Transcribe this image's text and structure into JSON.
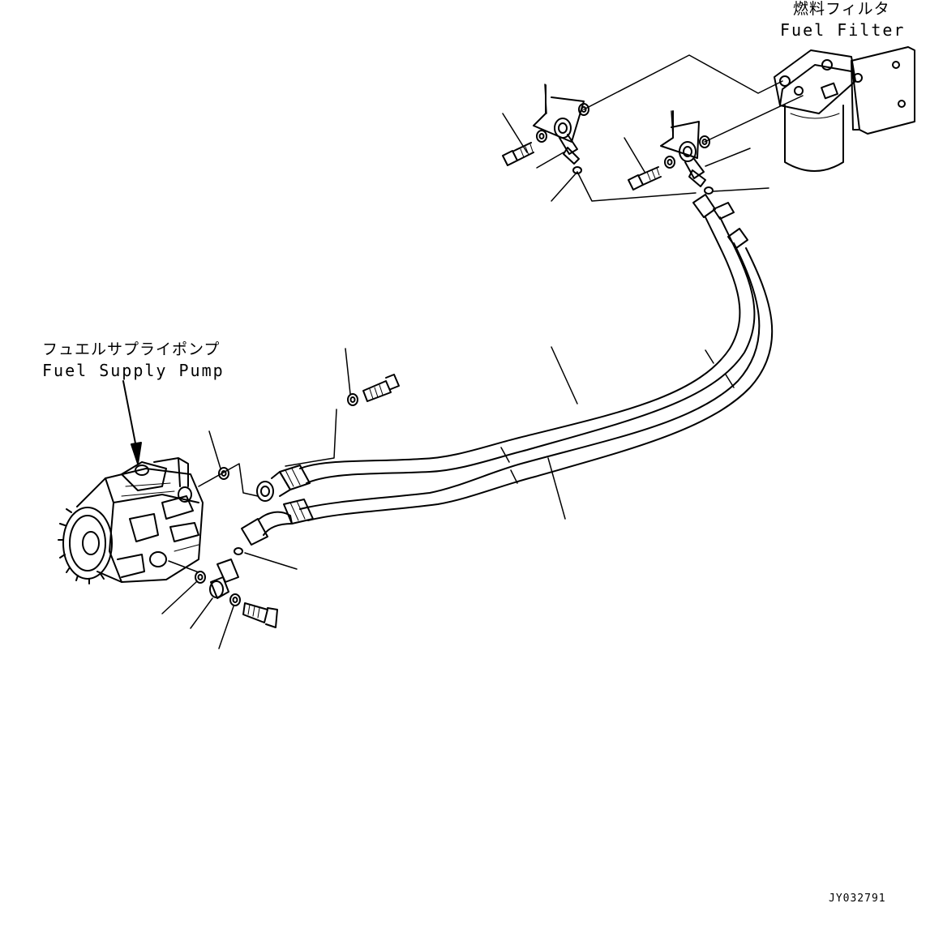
{
  "labels": {
    "fuel_filter_jp": "燃料フィルタ",
    "fuel_filter_en": "Fuel Filter",
    "supply_pump_jp": "フュエルサプライポンプ",
    "supply_pump_en": "Fuel Supply Pump"
  },
  "drawing_code": "JY032791",
  "colors": {
    "line": "#000000",
    "background": "#ffffff"
  }
}
